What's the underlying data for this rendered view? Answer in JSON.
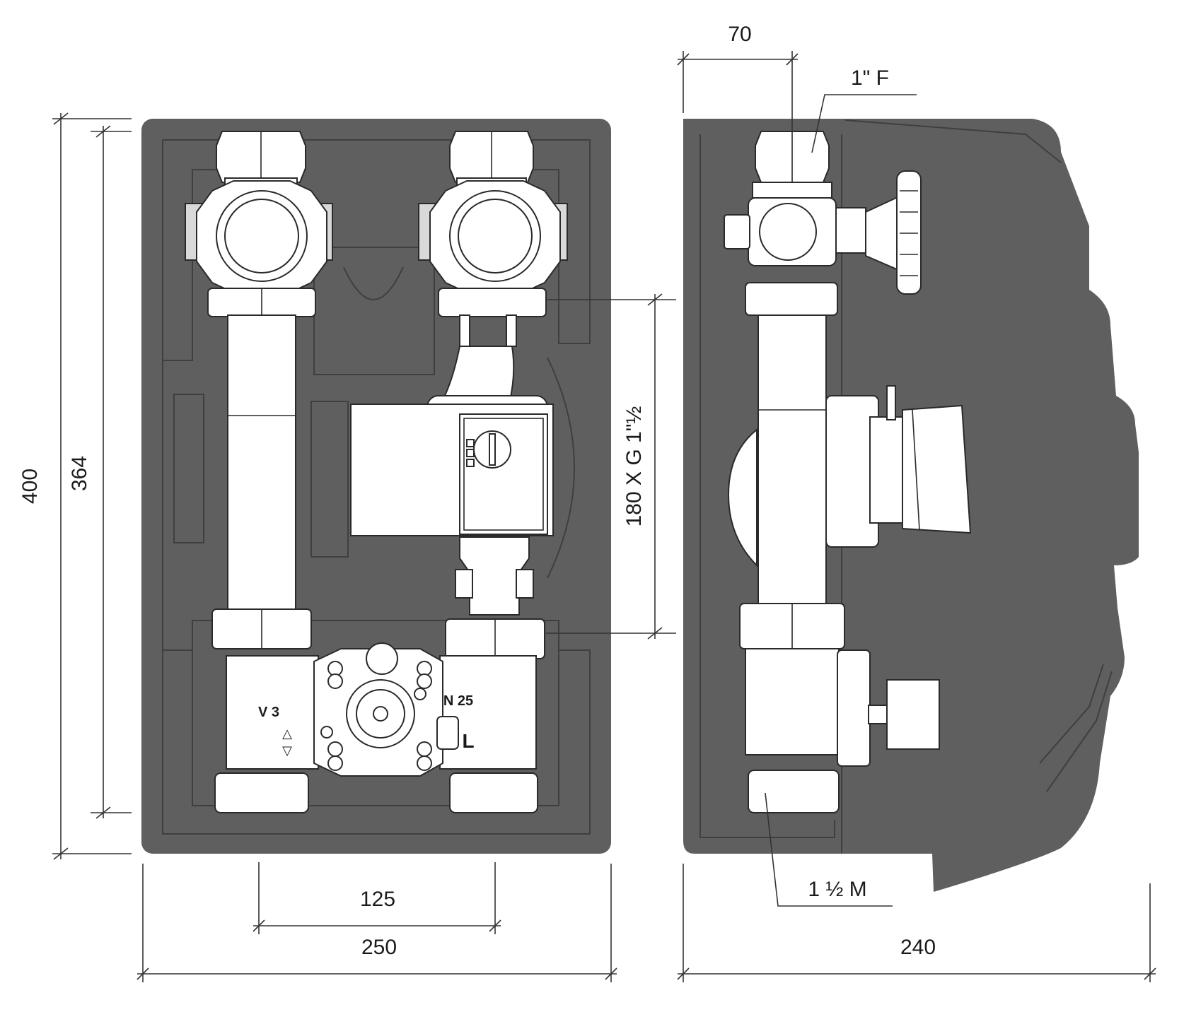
{
  "dimensions": {
    "height_total": "400",
    "height_inner": "364",
    "width_front": "250",
    "pipe_spacing": "125",
    "depth_side": "240",
    "connection_offset": "70",
    "pump_length": "180 X G 1\"½"
  },
  "connections": {
    "top": "1\" F",
    "bottom": "1 ½ M"
  },
  "valve_marks": {
    "left_valve": "V 3",
    "arrow_up": "△",
    "arrow_down": "▽",
    "dn_mark": "N 25",
    "l_mark": "L"
  },
  "colors": {
    "insulation": "#5f5f5f",
    "line": "#2a2a2a",
    "parts": "#ffffff"
  }
}
